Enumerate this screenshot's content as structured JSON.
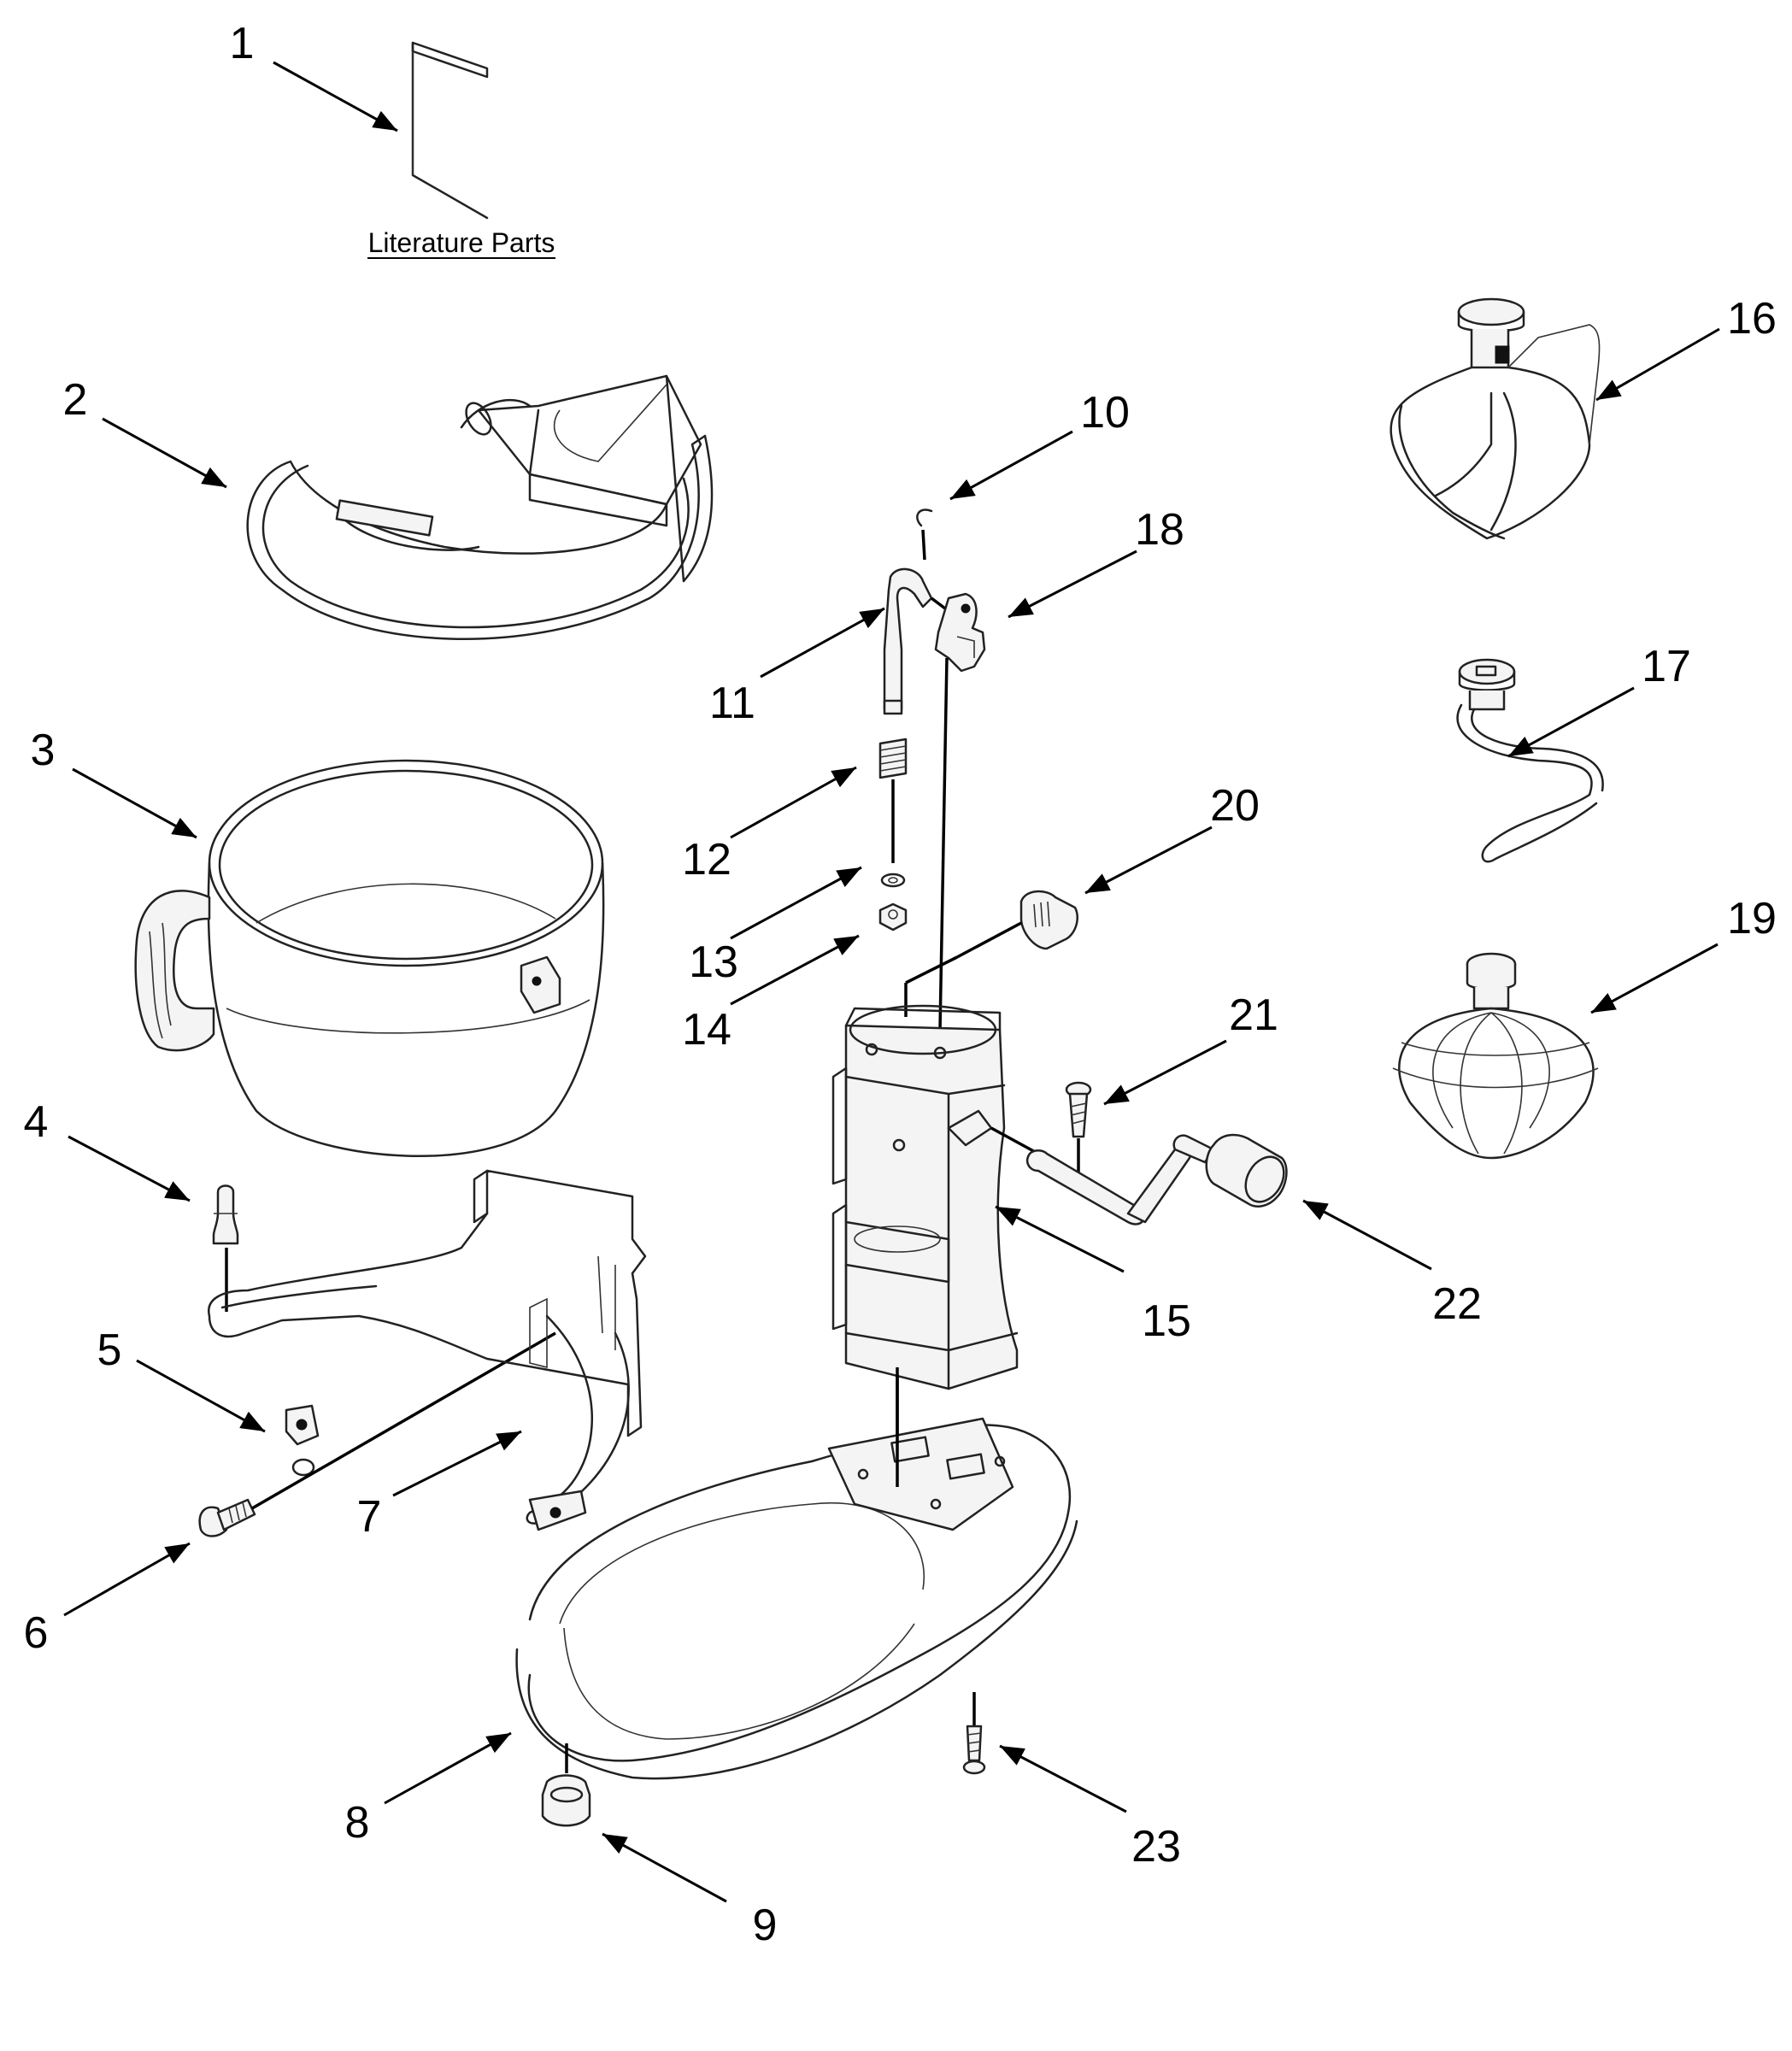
{
  "literature_label": "Literature Parts",
  "callouts": [
    "1",
    "2",
    "3",
    "4",
    "5",
    "6",
    "7",
    "8",
    "9",
    "10",
    "11",
    "12",
    "13",
    "14",
    "15",
    "16",
    "17",
    "18",
    "19",
    "20",
    "21",
    "22",
    "23"
  ]
}
